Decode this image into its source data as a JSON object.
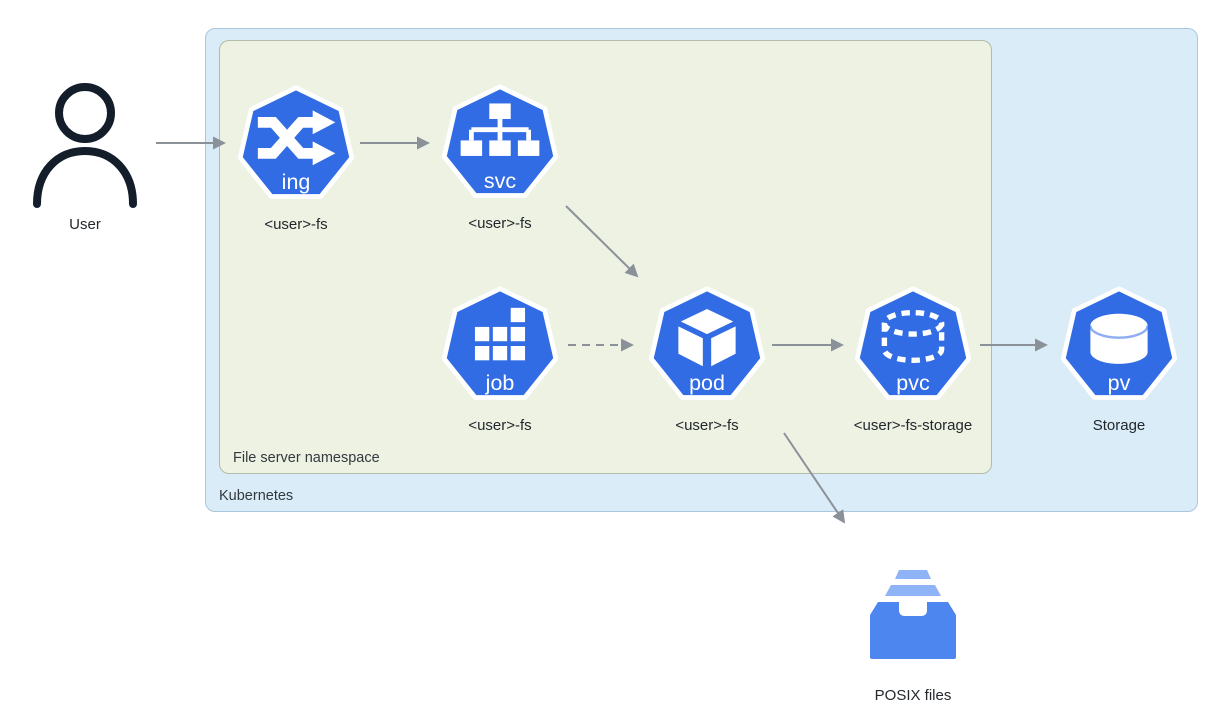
{
  "containers": {
    "kubernetes": {
      "label": "Kubernetes"
    },
    "namespace": {
      "label": "File server namespace"
    }
  },
  "user": {
    "label": "User"
  },
  "nodes": {
    "ing": {
      "kind": "ing",
      "caption": "<user>-fs"
    },
    "svc": {
      "kind": "svc",
      "caption": "<user>-fs"
    },
    "job": {
      "kind": "job",
      "caption": "<user>-fs"
    },
    "pod": {
      "kind": "pod",
      "caption": "<user>-fs"
    },
    "pvc": {
      "kind": "pvc",
      "caption": "<user>-fs-storage"
    },
    "pv": {
      "kind": "pv",
      "caption": "Storage"
    }
  },
  "posix": {
    "label": "POSIX files"
  },
  "edges": [
    {
      "from": "user",
      "to": "ing",
      "style": "solid"
    },
    {
      "from": "ing",
      "to": "svc",
      "style": "solid"
    },
    {
      "from": "svc",
      "to": "pod",
      "style": "solid"
    },
    {
      "from": "job",
      "to": "pod",
      "style": "dashed"
    },
    {
      "from": "pod",
      "to": "pvc",
      "style": "solid"
    },
    {
      "from": "pvc",
      "to": "pv",
      "style": "solid"
    },
    {
      "from": "pod",
      "to": "posix",
      "style": "solid"
    }
  ],
  "colors": {
    "k8s_blue": "#326ce5",
    "k8s_box_fill": "#d9ecf8",
    "k8s_box_border": "#a9c8dd",
    "ns_box_fill": "#edf2e3",
    "ns_box_border": "#b3bba9",
    "arrow_gray": "#8a9199",
    "text_dark": "#2b3137",
    "user_stroke": "#141e2b",
    "posix_light": "#8fb3f7",
    "posix_dark": "#4e86f0"
  }
}
